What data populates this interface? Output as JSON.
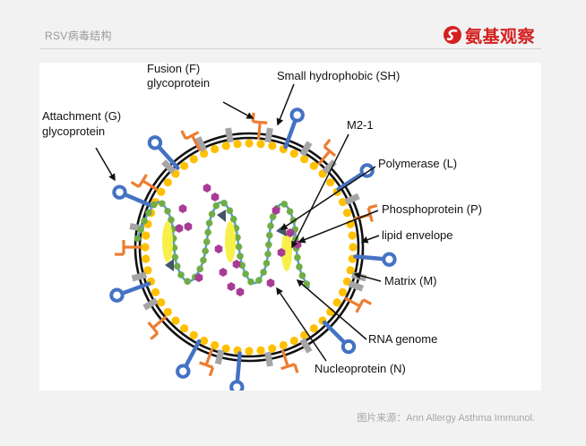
{
  "header": {
    "title": "RSV病毒结构",
    "brand_name": "氨基观察",
    "brand_color": "#d42020"
  },
  "figure": {
    "labels": {
      "fusion": [
        "Fusion (F)",
        "glycoprotein"
      ],
      "attachment": [
        "Attachment (G)",
        "glycoprotein"
      ],
      "small_hydrophobic": "Small hydrophobic (SH)",
      "m2_1": "M2-1",
      "polymerase": "Polymerase (L)",
      "phosphoprotein": "Phosphoprotein (P)",
      "lipid_envelope": "lipid envelope",
      "matrix": "Matrix (M)",
      "rna_genome": "RNA genome",
      "nucleoprotein": "Nucleoprotein (N)"
    },
    "colors": {
      "attachment_g": "#4472c4",
      "fusion_f": "#ed7d31",
      "small_hydrophobic_sh": "#a5a5a5",
      "matrix_m": "#ffc000",
      "nucleoprotein_n": "#70ad47",
      "rna_genome": "#5b9bd5",
      "phosphoprotein_p": "#a83c94",
      "m2_1": "#f7f04a",
      "polymerase_l": "#44546a",
      "lipid_envelope": "#111111"
    }
  },
  "caption": "图片来源：Ann Allergy Asthma Immunol."
}
